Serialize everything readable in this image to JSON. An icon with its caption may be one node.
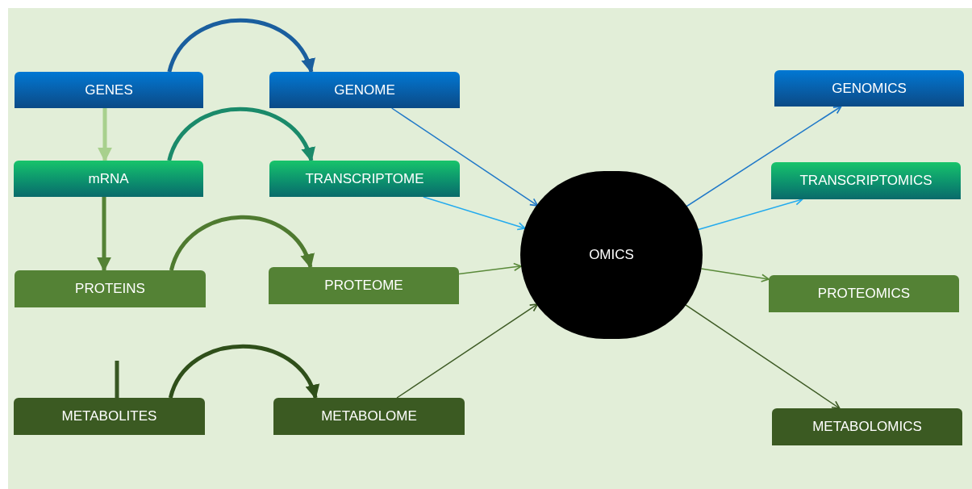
{
  "diagram": {
    "nodes": [
      {
        "text": [
          "GENES"
        ]
      },
      {
        "text": [
          "GENOME"
        ]
      },
      {
        "text": [
          "mRNA"
        ]
      },
      {
        "text": [
          "TRANSCRIPTOME"
        ]
      },
      {
        "text": [
          "PROTEINS"
        ]
      },
      {
        "text": [
          "PROTEOME"
        ]
      },
      {
        "text": [
          "METABOLITES"
        ]
      },
      {
        "text": [
          "METABOLOME"
        ]
      },
      {
        "text": [
          "OMICS"
        ]
      },
      {
        "text": [
          "GENOMICS"
        ]
      },
      {
        "text": [
          "TRANSCRIPTOMICS"
        ]
      },
      {
        "text": [
          "PROTEOMICS"
        ]
      },
      {
        "text": [
          "METABOLOMICS"
        ]
      }
    ],
    "edges": [
      {
        "from": 0,
        "to": 1,
        "arrow": "to",
        "style": "thick",
        "color": "#1a5e9e"
      },
      {
        "from": 2,
        "to": 3,
        "arrow": "to",
        "style": "thick",
        "color": "#1a8a6a"
      },
      {
        "from": 4,
        "to": 5,
        "arrow": "to",
        "style": "thick",
        "color": "#4f7a30"
      },
      {
        "from": 6,
        "to": 7,
        "arrow": "to",
        "style": "thick",
        "color": "#2f4f1a"
      },
      {
        "from": 0,
        "to": 2,
        "arrow": "to",
        "style": "thick",
        "color": "#a8d08d"
      },
      {
        "from": 2,
        "to": 4,
        "arrow": "to",
        "style": "thick",
        "color": "#548235"
      },
      {
        "from": 6,
        "to": null,
        "arrow": "none",
        "style": "thick",
        "color": "#385723"
      },
      {
        "from": 1,
        "to": 8,
        "arrow": "to",
        "color": "#1f78c8"
      },
      {
        "from": 3,
        "to": 8,
        "arrow": "to",
        "color": "#22aaee"
      },
      {
        "from": 5,
        "to": 8,
        "arrow": "to",
        "color": "#5a8a3a"
      },
      {
        "from": 7,
        "to": 8,
        "arrow": "to",
        "color": "#3d5a24"
      },
      {
        "from": 8,
        "to": 9,
        "arrow": "to",
        "color": "#1f78c8"
      },
      {
        "from": 8,
        "to": 10,
        "arrow": "to",
        "color": "#22aaee"
      },
      {
        "from": 8,
        "to": 11,
        "arrow": "to",
        "color": "#5a8a3a"
      },
      {
        "from": 8,
        "to": 12,
        "arrow": "to",
        "color": "#3d5a24"
      }
    ]
  }
}
